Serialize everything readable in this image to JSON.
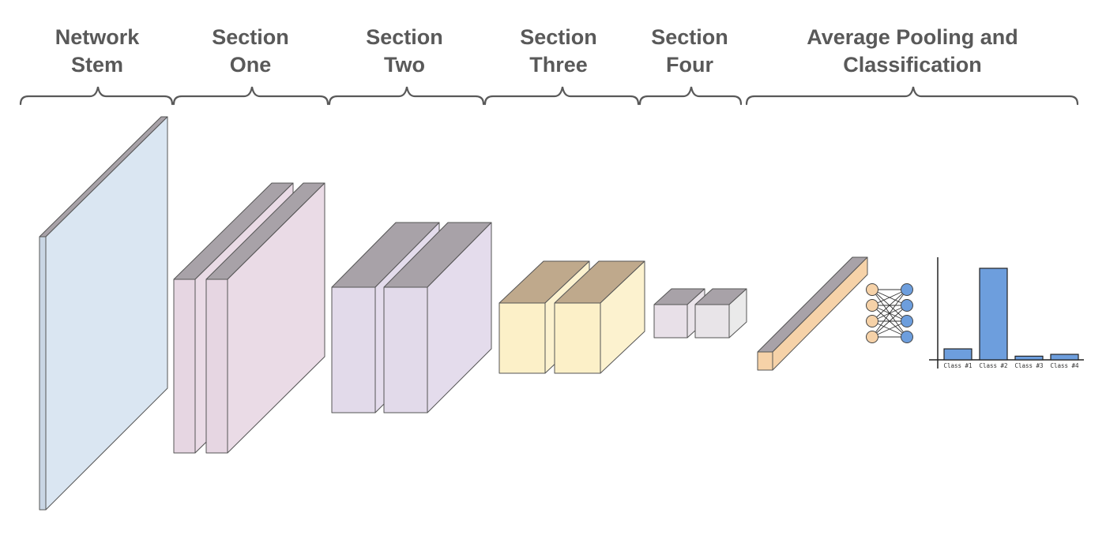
{
  "sections": [
    {
      "id": "stem",
      "line1": "Network",
      "line2": "Stem"
    },
    {
      "id": "one",
      "line1": "Section",
      "line2": "One"
    },
    {
      "id": "two",
      "line1": "Section",
      "line2": "Two"
    },
    {
      "id": "three",
      "line1": "Section",
      "line2": "Three"
    },
    {
      "id": "four",
      "line1": "Section",
      "line2": "Four"
    },
    {
      "id": "pool",
      "line1": "Average Pooling and",
      "line2": "Classification"
    }
  ],
  "classifier": {
    "classes": [
      "Class #1",
      "Class #2",
      "Class #3",
      "Class #4"
    ],
    "scores": [
      0.12,
      1.0,
      0.04,
      0.06
    ]
  },
  "colors": {
    "label": "#595959",
    "stem_face": "#dae6f2",
    "section_one_face": "#eadbe6",
    "section_two_face": "#e4dcec",
    "section_three_face": "#fcf2cf",
    "section_four_face": "#eae4ea",
    "block_top": "#a8a2a8",
    "pool_bar": "#f6d2a8",
    "neuron_input": "#f6d2a8",
    "neuron_output": "#6d9edd",
    "bar_fill": "#6d9edd"
  }
}
